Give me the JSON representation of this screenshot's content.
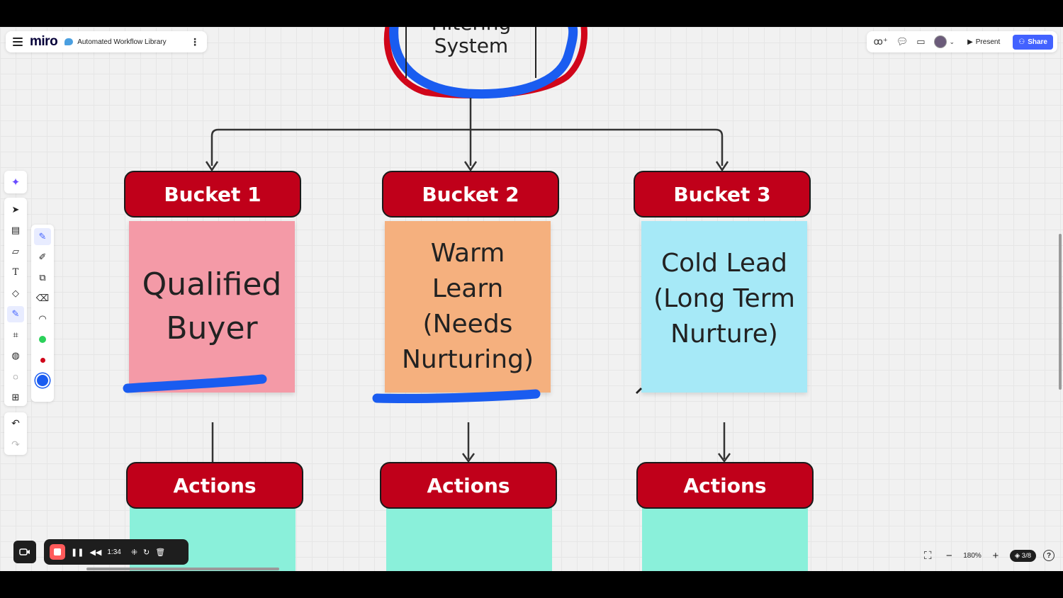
{
  "app": {
    "logo": "miro",
    "board_title": "Automated Workflow Library"
  },
  "top_right": {
    "present_label": "Present",
    "share_label": "Share"
  },
  "board": {
    "system_label_top": "Filtering",
    "system_label": "System",
    "buckets": [
      {
        "header": "Bucket 1",
        "note_lines": [
          "Qualified",
          "Buyer"
        ],
        "note_color": "#f49aa7"
      },
      {
        "header": "Bucket 2",
        "note_lines": [
          "Warm",
          "Learn",
          "(Needs",
          "Nurturing)"
        ],
        "note_color": "#f5b07e"
      },
      {
        "header": "Bucket 3",
        "note_lines": [
          "Cold Lead",
          "(Long Term",
          "Nurture)"
        ],
        "note_color": "#a6e9f7"
      }
    ],
    "actions": [
      {
        "header": "Actions"
      },
      {
        "header": "Actions"
      },
      {
        "header": "Actions"
      }
    ]
  },
  "recording": {
    "time": "1:34"
  },
  "zoom": {
    "level": "180%",
    "page": "3/8"
  },
  "colors": {
    "header_red": "#c0001a",
    "pen_blue": "#1a5cf0",
    "pen_red": "#d0061a",
    "action_teal": "#8af0da",
    "share_blue": "#4262ff"
  }
}
